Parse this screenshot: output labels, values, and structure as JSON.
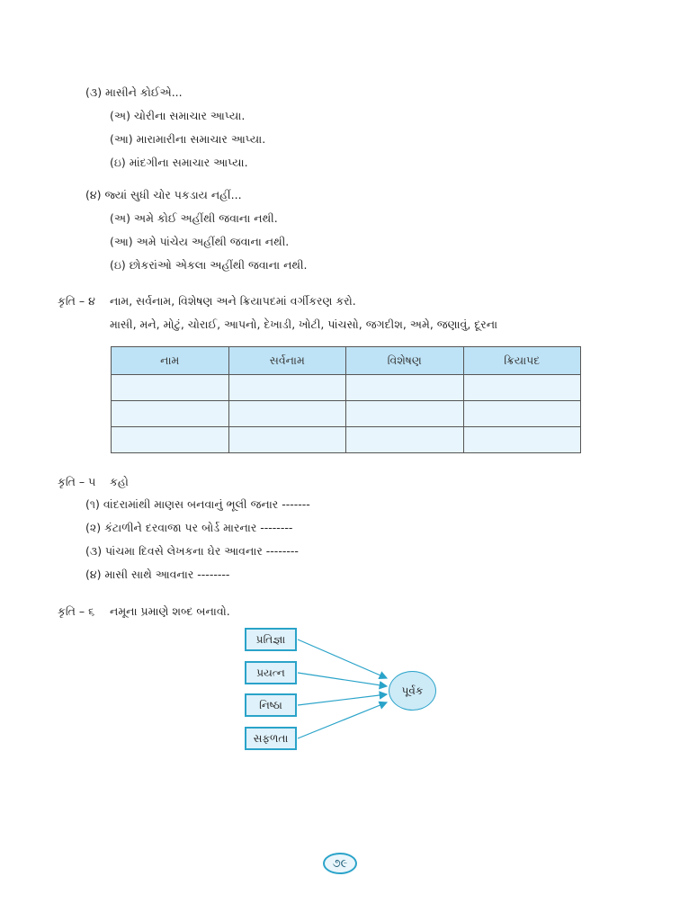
{
  "q3": {
    "stem": "(૩) માસીને કોઈએ...",
    "options": [
      "(અ) ચોરીના સમાચાર આપ્યા.",
      "(આ) મારામારીના સમાચાર આપ્યા.",
      "(ઇ) માંદગીના સમાચાર આપ્યા."
    ]
  },
  "q4": {
    "stem": "(૪) જ્યાં સુધી ચોર પકડાય નહીં...",
    "options": [
      "(અ) અમે કોઈ અહીંથી જવાના નથી.",
      "(આ) અમે પાંચેય અહીંથી જવાના નથી.",
      "(ઇ) છોકરાંઓ એકલા અહીંથી જવાના નથી."
    ]
  },
  "kruti4": {
    "label": "કૃતિ – ૪",
    "instruction": "નામ, સર્વનામ, વિશેષણ અને ક્રિયાપદમાં વર્ગીકરણ કરો.",
    "words": "માસી, મને, મોટું, ચોરાઈ, આપનો, દેખાડી, ખોટી, પાંચસો, જગદીશ, અમે, જણાવું, દૂરના",
    "table_headers": [
      "નામ",
      "સર્વનામ",
      "વિશેષણ",
      "ક્રિયાપદ"
    ]
  },
  "kruti5": {
    "label": "કૃતિ – ૫",
    "instruction": "કહો",
    "items": [
      "(૧) વાંદરામાંથી માણસ બનવાનું ભૂલી જનાર -------",
      "(૨) કંટાળીને દરવાજા પર બોર્ડ મારનાર --------",
      "(૩) પાંચમા દિવસે લેખકના ઘેર આવનાર --------",
      "(૪) માસી સાથે આવનાર --------"
    ]
  },
  "kruti6": {
    "label": "કૃતિ – ૬",
    "instruction": "નમૂના પ્રમાણે શબ્દ બનાવો.",
    "words": [
      "પ્રતિજ્ઞા",
      "પ્રયત્ન",
      "નિષ્ઠા",
      "સફળતા"
    ],
    "suffix": "પૂર્વક"
  },
  "page_number": "૭૯",
  "colors": {
    "accent": "#2aa3c9",
    "header_fill": "#bfe3f6",
    "cell_fill": "#e8f5fc"
  }
}
